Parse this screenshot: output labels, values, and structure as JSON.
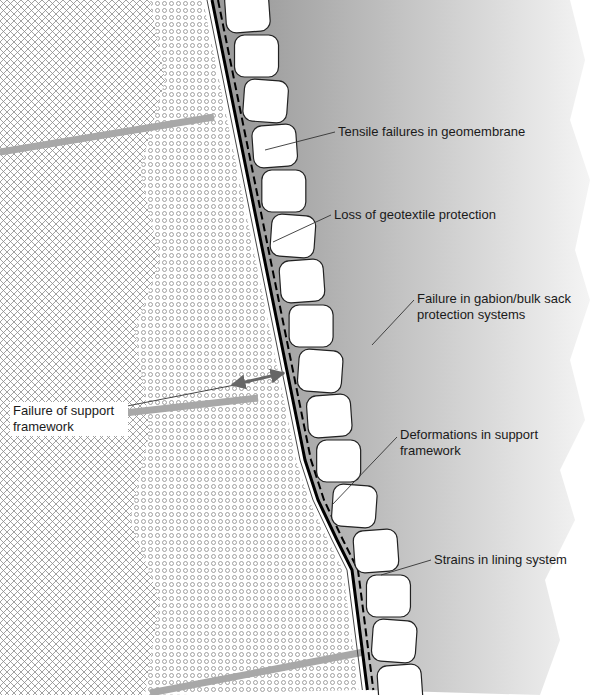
{
  "diagram": {
    "labels": [
      "Tensile failures in geomembrane",
      "Loss of geotextile protection",
      "Failure in gabion/bulk sack protection systems",
      "Deformations in support framework",
      "Strains in lining system",
      "Failure of support framework"
    ]
  }
}
